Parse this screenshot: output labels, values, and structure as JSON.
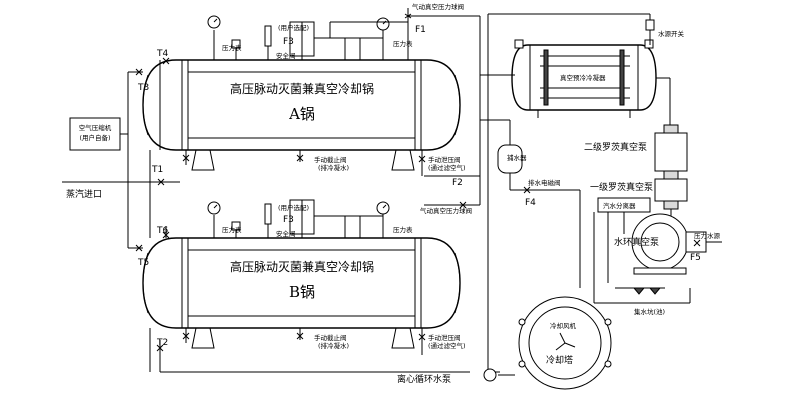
{
  "labels": {
    "kettle_a_title": "高压脉动灭菌兼真空冷却锅",
    "kettle_a_name": "A锅",
    "kettle_b_title": "高压脉动灭菌兼真空冷却锅",
    "kettle_b_name": "B锅",
    "air_compressor_line1": "空气压缩机",
    "air_compressor_line2": "(用户自备)",
    "steam_inlet": "蒸汽进口",
    "pressure_gauge": "压力表",
    "user_option": "(用户选配)",
    "safety_valve": "安全阀",
    "manual_stop_valve": "手动截止阀",
    "drain_note": "(排冷凝水)",
    "manual_relief_valve": "手动泄压阀",
    "relief_note": "(通过滤空气)",
    "air_relief_valve": "气动真空压力球阀",
    "water_catcher": "捕水器",
    "drain_solenoid": "排水电磁阀",
    "vacuum_condenser": "真空预冷冷凝器",
    "water_switch": "水源开关",
    "pump_stage2": "二级罗茨真空泵",
    "pump_stage1": "一级罗茨真空泵",
    "steam_separator": "汽水分离器",
    "water_ring_pump": "水环真空泵",
    "pressure_water": "压力水源",
    "tank": "集水坑(池)",
    "cooling_tower_fan": "冷却风机",
    "cooling_tower": "冷却塔",
    "circulation_pump": "离心循环水泵",
    "tags": {
      "T1": "T1",
      "T2": "T2",
      "T3": "T3",
      "T4": "T4",
      "T5": "T5",
      "T6": "T6",
      "F1": "F1",
      "F2": "F2",
      "F3a": "F3",
      "F3b": "F3",
      "F4": "F4",
      "F5": "F5"
    }
  },
  "colors": {
    "line": "#000000",
    "background": "#ffffff"
  }
}
